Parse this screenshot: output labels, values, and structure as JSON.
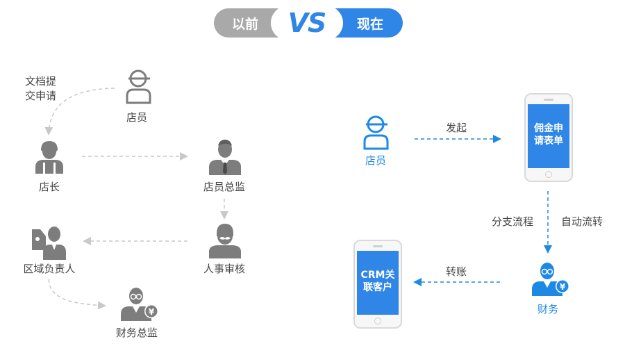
{
  "header": {
    "before_label": "以前",
    "vs_label": "VS",
    "now_label": "现在"
  },
  "before": {
    "doc_note": "文档提\n交申请",
    "nodes": {
      "clerk": "店员",
      "store_manager": "店长",
      "store_supervisor": "店员总监",
      "hr_review": "人事审核",
      "regional_manager": "区域负责人",
      "finance_director": "财务总监"
    }
  },
  "now": {
    "clerk": "店员",
    "initiate_label": "发起",
    "form_phone_text": "佣金申\n请表单",
    "branch_label": "分支流程",
    "auto_label": "自动流转",
    "finance": "财务",
    "transfer_label": "转账",
    "crm_phone_text": "CRM关\n联客户"
  },
  "colors": {
    "gray_icon": "#7d7d7d",
    "blue": "#1e88e5",
    "dashed_gray": "#c8c8c8",
    "pill_gray": "#a9a9a9",
    "pill_blue": "#2f86e6"
  }
}
